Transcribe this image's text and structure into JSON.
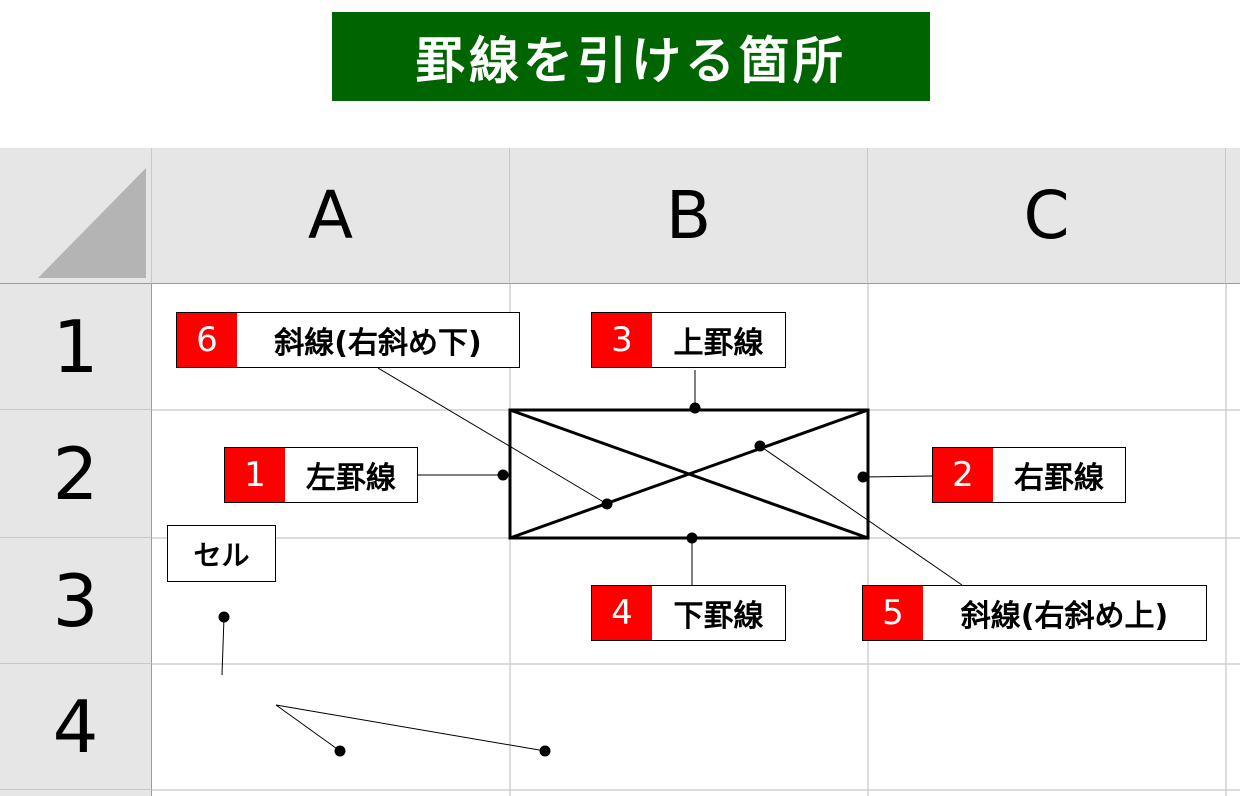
{
  "title": "罫線を引ける箇所",
  "columns": [
    "A",
    "B",
    "C"
  ],
  "rows": [
    "1",
    "2",
    "3",
    "4"
  ],
  "labels": {
    "left": {
      "num": "1",
      "text": "左罫線"
    },
    "right": {
      "num": "2",
      "text": "右罫線"
    },
    "top": {
      "num": "3",
      "text": "上罫線"
    },
    "bottom": {
      "num": "4",
      "text": "下罫線"
    },
    "diag_up": {
      "num": "5",
      "text": "斜線(右斜め上)"
    },
    "diag_down": {
      "num": "6",
      "text": "斜線(右斜め下)"
    }
  },
  "cell_label": "セル",
  "colors": {
    "title_bg": "#006400",
    "badge": "#ff0000",
    "header_bg": "#e6e6e6",
    "grid": "#c8c8c8"
  }
}
